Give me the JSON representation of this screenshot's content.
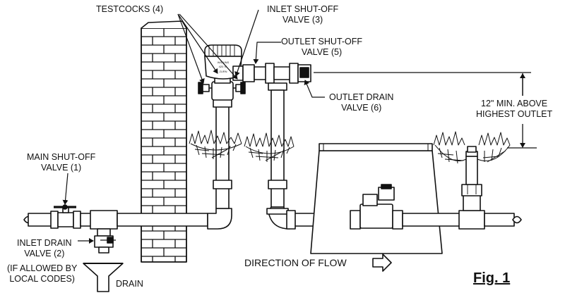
{
  "labels": {
    "testcocks": "TESTCOCKS (4)",
    "inlet_shutoff_line1": "INLET SHUT-OFF",
    "inlet_shutoff_line2": "VALVE (3)",
    "outlet_shutoff_line1": "OUTLET SHUT-OFF",
    "outlet_shutoff_line2": "VALVE (5)",
    "outlet_drain_line1": "OUTLET DRAIN",
    "outlet_drain_line2": "VALVE (6)",
    "clearance_line1": "12\" MIN. ABOVE",
    "clearance_line2": "HIGHEST OUTLET",
    "main_shutoff_line1": "MAIN SHUT-OFF",
    "main_shutoff_line2": "VALVE (1)",
    "inlet_drain_line1": "INLET DRAIN",
    "inlet_drain_line2": "VALVE (2)",
    "codes_line1": "(IF ALLOWED BY",
    "codes_line2": "LOCAL CODES)",
    "drain": "DRAIN",
    "direction_of_flow": "DIRECTION OF FLOW",
    "figure": "Fig. 1"
  },
  "device_markings": {
    "line1": "WILKINS",
    "line2": "420 XL",
    "line3": "ZURN"
  },
  "colors": {
    "line": "#111111",
    "fill": "#ffffff",
    "accent_dark": "#222222"
  }
}
